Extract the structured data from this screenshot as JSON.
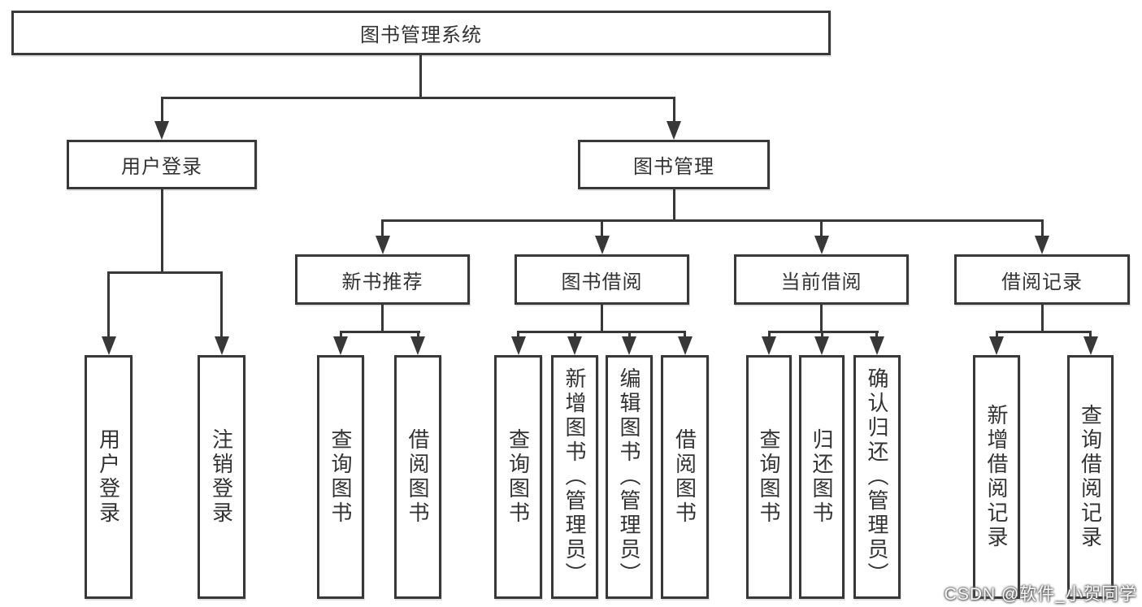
{
  "diagram": {
    "root": {
      "label": "图书管理系统"
    },
    "level2": [
      {
        "id": "user-login",
        "label": "用户登录"
      },
      {
        "id": "book-management",
        "label": "图书管理"
      }
    ],
    "level3": [
      {
        "id": "new-book-recommend",
        "label": "新书推荐"
      },
      {
        "id": "book-borrowing",
        "label": "图书借阅"
      },
      {
        "id": "current-borrowing",
        "label": "当前借阅"
      },
      {
        "id": "borrowing-records",
        "label": "借阅记录"
      }
    ],
    "leaves": [
      {
        "id": "user-login-action",
        "label": "用户登录"
      },
      {
        "id": "logout-action",
        "label": "注销登录"
      },
      {
        "id": "query-books-recommend",
        "label": "查询图书"
      },
      {
        "id": "borrow-books-recommend",
        "label": "借阅图书"
      },
      {
        "id": "query-books-borrowing",
        "label": "查询图书"
      },
      {
        "id": "add-books-admin",
        "label": "新增图书（管理员）"
      },
      {
        "id": "edit-books-admin",
        "label": "编辑图书（管理员）"
      },
      {
        "id": "borrow-books-borrowing",
        "label": "借阅图书"
      },
      {
        "id": "query-books-current",
        "label": "查询图书"
      },
      {
        "id": "return-books",
        "label": "归还图书"
      },
      {
        "id": "confirm-return-admin",
        "label": "确认归还（管理员）"
      },
      {
        "id": "add-borrow-record",
        "label": "新增借阅记录"
      },
      {
        "id": "query-borrow-record",
        "label": "查询借阅记录"
      }
    ]
  },
  "watermark": {
    "text": "CSDN @软件_小贺同学"
  },
  "colors": {
    "line": "#383838",
    "text": "#333333",
    "background": "#ffffff"
  }
}
